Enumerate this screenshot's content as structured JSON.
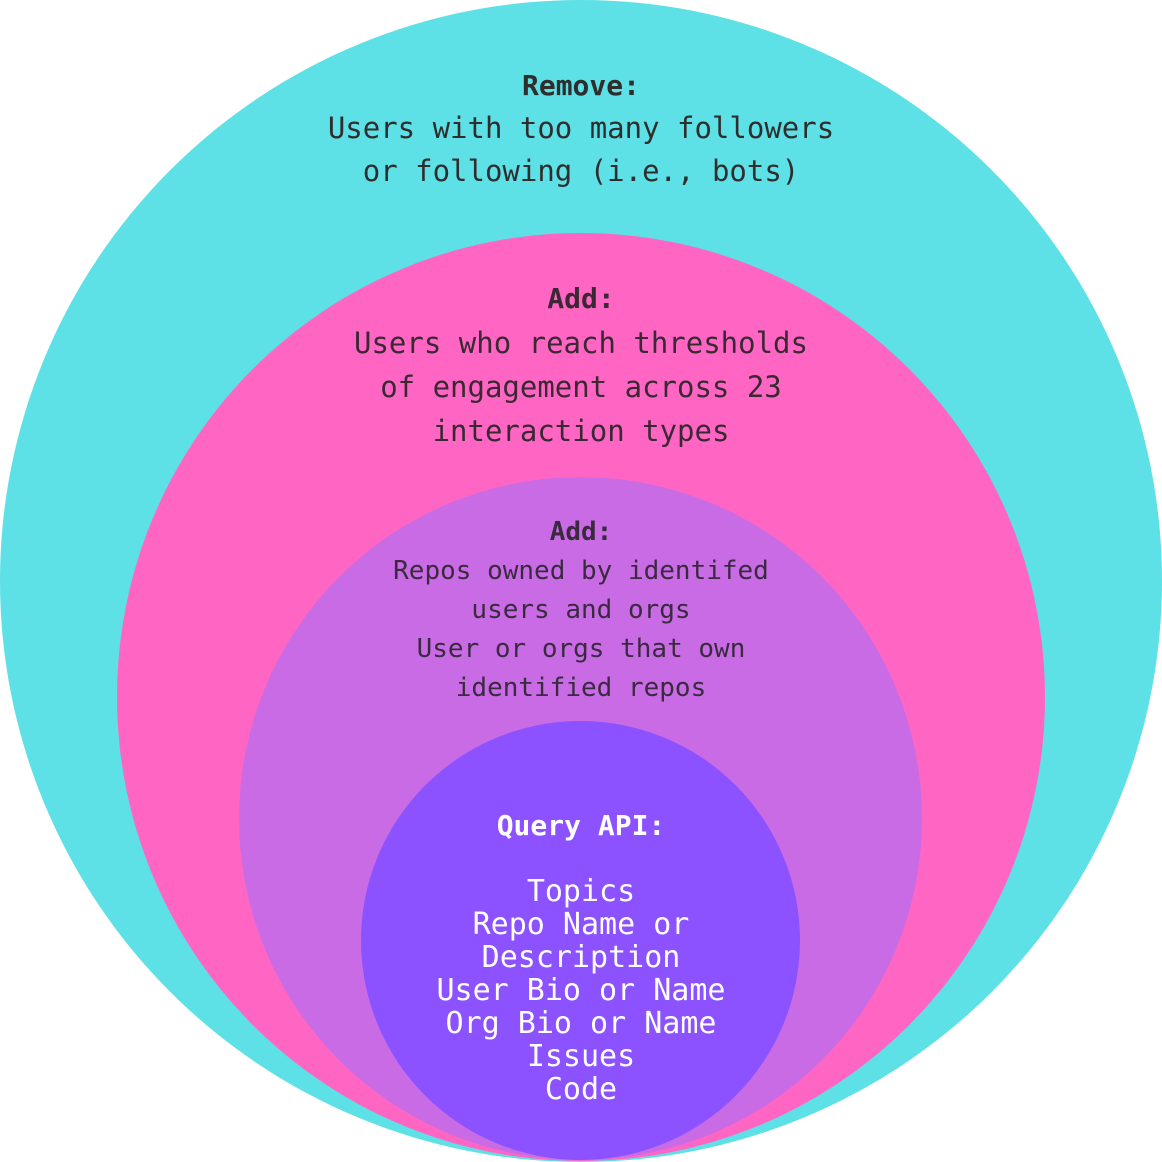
{
  "colors": {
    "outer": "#5de0e6",
    "second": "#ff66c4",
    "third": "#c96be5",
    "inner": "#8c52ff"
  },
  "layers": [
    {
      "heading": "Remove:",
      "lines": [
        "Users with too many followers",
        "or following (i.e., bots)"
      ]
    },
    {
      "heading": "Add:",
      "lines": [
        "Users who reach thresholds",
        "of engagement across 23",
        "interaction types"
      ]
    },
    {
      "heading": "Add:",
      "lines": [
        "Repos owned by identifed",
        "users and orgs",
        "User or orgs that own",
        "identified repos"
      ]
    },
    {
      "heading": "Query API:",
      "lines": [
        "Topics",
        "Repo Name or",
        "Description",
        "User Bio or Name",
        "Org Bio or Name",
        "Issues",
        "Code"
      ]
    }
  ]
}
